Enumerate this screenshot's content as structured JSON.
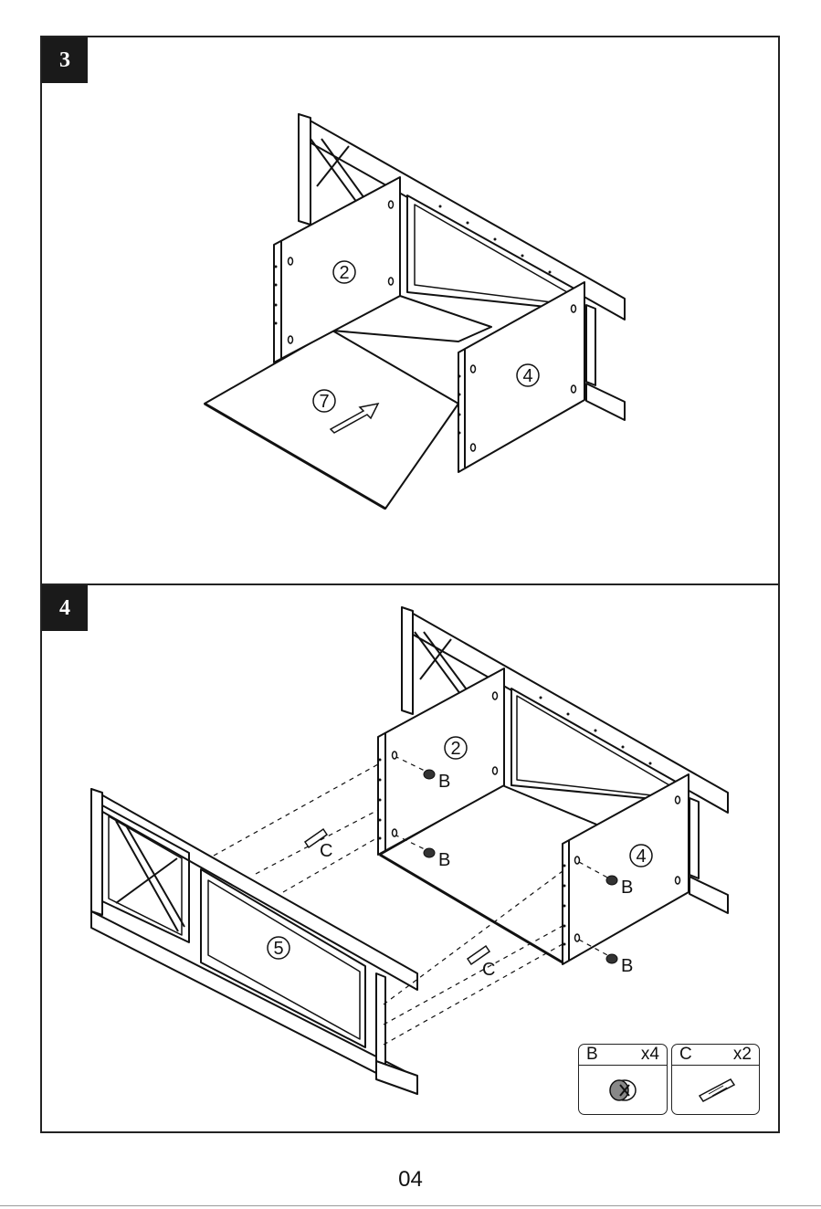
{
  "steps": [
    {
      "number": "3",
      "part_labels": {
        "side_panel": "2",
        "middle_panel": "4",
        "bottom_board": "7"
      }
    },
    {
      "number": "4",
      "part_labels": {
        "side_panel": "2",
        "middle_panel": "4",
        "front_frame": "5"
      },
      "hardware_callouts": {
        "cam_lock": "B",
        "dowel": "C"
      },
      "hardware_legend": [
        {
          "code": "B",
          "qty": "x4",
          "icon": "cam-lock-icon"
        },
        {
          "code": "C",
          "qty": "x2",
          "icon": "wood-dowel-icon"
        }
      ]
    }
  ],
  "page_number": "04"
}
